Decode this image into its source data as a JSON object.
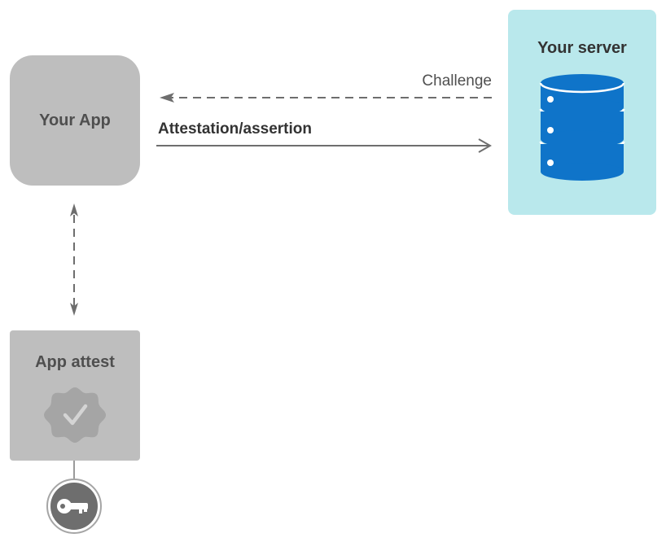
{
  "app": {
    "label": "Your App"
  },
  "server": {
    "label": "Your server",
    "icon": "database-icon"
  },
  "attest": {
    "label": "App attest",
    "icon": "verified-badge-icon"
  },
  "key": {
    "icon": "key-icon"
  },
  "arrows": {
    "challenge": "Challenge",
    "attestation": "Attestation/assertion"
  },
  "colors": {
    "app_box": "#bebebe",
    "server_box": "#b9e8ec",
    "database": "#0f74c9",
    "badge": "#a5a5a5",
    "key_circle": "#6e6e6e",
    "arrow": "#6e6e6e"
  }
}
